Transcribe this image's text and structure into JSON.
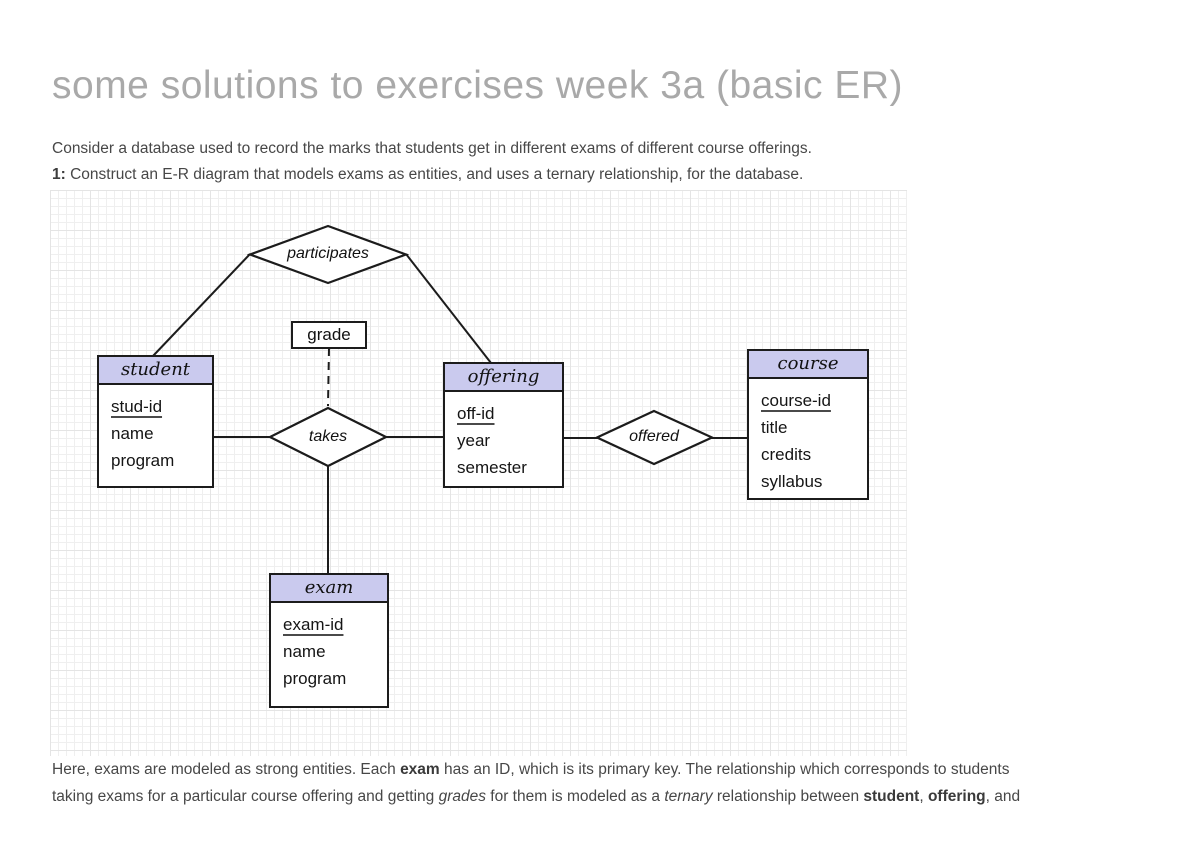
{
  "page": {
    "title": "some solutions to exercises week 3a (basic ER)",
    "intro": {
      "line1": "Consider a database used to record the marks that students get in different exams of different course offerings.",
      "line2_prefix": "1:",
      "line2_rest": " Construct an E-R diagram that models exams as entities, and uses a ternary relationship, for the database."
    }
  },
  "diagram": {
    "entities": {
      "student": {
        "name": "student",
        "attributes": [
          "stud-id",
          "name",
          "program"
        ]
      },
      "offering": {
        "name": "offering",
        "attributes": [
          "off-id",
          "year",
          "semester"
        ]
      },
      "course": {
        "name": "course",
        "attributes": [
          "course-id",
          "title",
          "credits",
          "syllabus"
        ]
      },
      "exam": {
        "name": "exam",
        "attributes": [
          "exam-id",
          "name",
          "program"
        ]
      }
    },
    "relationships": {
      "participates": {
        "label": "participates"
      },
      "takes": {
        "label": "takes"
      },
      "offered": {
        "label": "offered"
      }
    },
    "attribute_box": {
      "label": "grade"
    },
    "colors": {
      "entity_header_fill": "#cacaee",
      "line_color": "#1c1c1c",
      "grid_minor": "#efefef",
      "grid_major": "#e4e4e4",
      "title_color": "#a9a9a9"
    }
  },
  "closing_paragraph": {
    "line1": [
      {
        "t": "Here, exams are modeled as strong entities. Each "
      },
      {
        "t": "exam"
      },
      {
        "t": " has an ID, which is its primary key. The relationship which corresponds to students"
      }
    ],
    "line2": [
      {
        "t": "taking exams for a particular course offering and getting "
      },
      {
        "t": "grades"
      },
      {
        "t": " for them is modeled as a "
      },
      {
        "t": "ternary"
      },
      {
        "t": " relationship between "
      },
      {
        "t": "student"
      },
      {
        "t": ", "
      },
      {
        "t": "offering"
      },
      {
        "t": ", and"
      }
    ]
  }
}
